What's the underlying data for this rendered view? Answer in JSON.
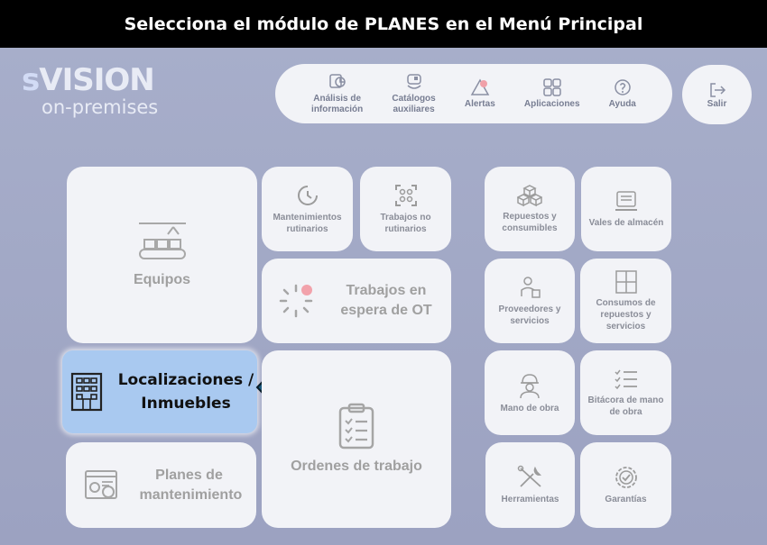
{
  "banner": {
    "text": "Selecciona el módulo de PLANES en el Menú Principal"
  },
  "logo": {
    "main": "VISION",
    "s": "s",
    "sub": "on-premises"
  },
  "topbar": {
    "items": [
      {
        "label": "Análisis de\ninformación",
        "icon": "chart-doc-icon"
      },
      {
        "label": "Catálogos\nauxiliares",
        "icon": "catalog-icon"
      },
      {
        "label": "Alertas",
        "icon": "alert-icon"
      },
      {
        "label": "Aplicaciones",
        "icon": "apps-grid-icon"
      },
      {
        "label": "Ayuda",
        "icon": "help-icon"
      }
    ],
    "logout": "Salir"
  },
  "tiles": {
    "equipos": "Equipos",
    "mantenimientos": "Mantenimientos rutinarios",
    "trabajos_no": "Trabajos no rutinarios",
    "trabajos_espera": "Trabajos en espera de OT",
    "repuestos": "Repuestos y consumibles",
    "vales": "Vales de almacén",
    "proveedores": "Proveedores y servicios",
    "consumos": "Consumos de repuestos y servicios",
    "localizaciones": "Localizaciones / Inmuebles",
    "ordenes": "Ordenes de trabajo",
    "mano_obra": "Mano de obra",
    "bitacora": "Bitácora de mano de obra",
    "planes": "Planes de mantenimiento",
    "herramientas": "Herramientas",
    "garantias": "Garantías"
  },
  "colors": {
    "highlight": "#a9c9f0",
    "arrow": "#1d5a7e",
    "banner": "#000000"
  }
}
